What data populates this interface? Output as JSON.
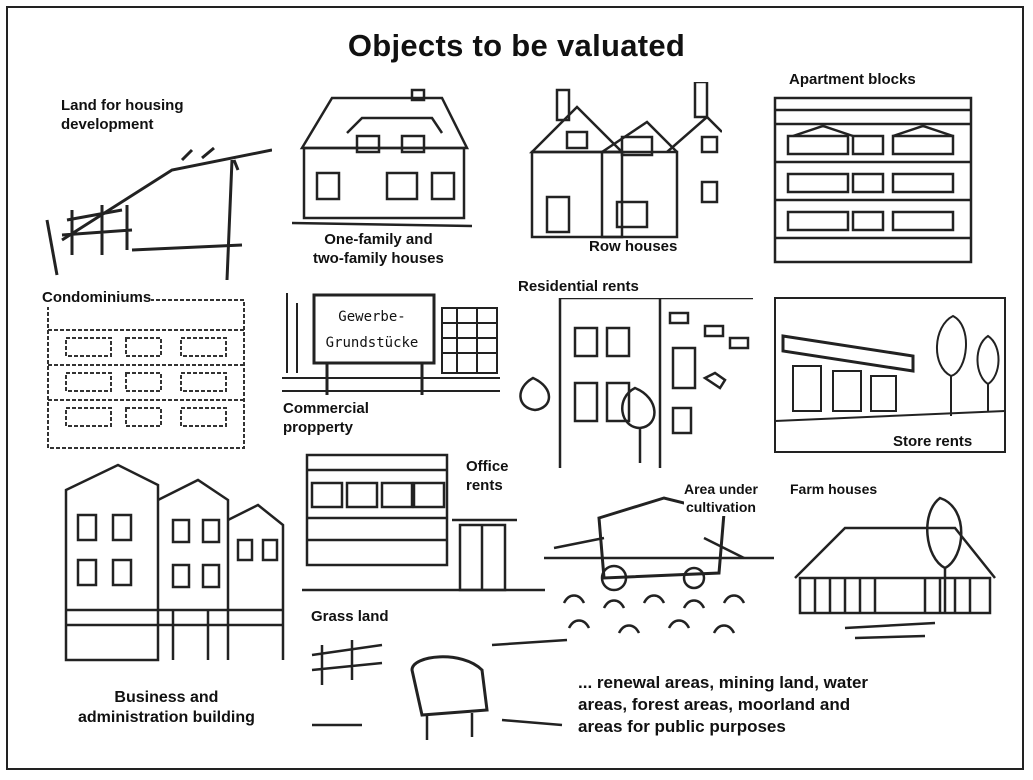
{
  "title": "Objects to be valuated",
  "objects": {
    "land_housing": "Land for housing\ndevelopment",
    "one_two_family": "One-family and\ntwo-family houses",
    "row_houses": "Row houses",
    "apartment_blocks": "Apartment blocks",
    "condominiums": "Condominiums",
    "commercial_property": "Commercial\npropperty",
    "residential_rents": "Residential rents",
    "store_rents": "Store rents",
    "office_rents": "Office\nrents",
    "area_cultivation": "Area under\ncultivation",
    "farm_houses": "Farm houses",
    "grass_land": "Grass land",
    "business_admin": "Business and\nadministration building"
  },
  "sign_text": "Gewerbe-\nGrundstücke",
  "footer": "... renewal areas, mining land, water\nareas, forest areas, moorland and\nareas for public purposes"
}
